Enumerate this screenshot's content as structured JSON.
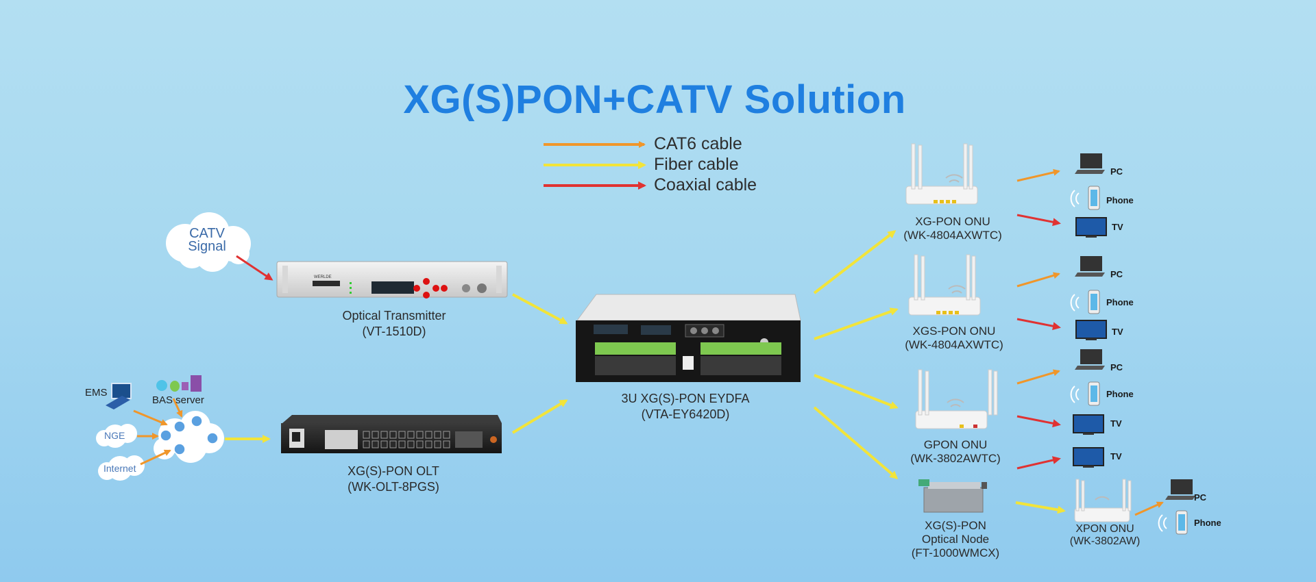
{
  "title": "XG(S)PON+CATV Solution",
  "legend": [
    {
      "label": "CAT6 cable",
      "color": "#f0962a"
    },
    {
      "label": "Fiber cable",
      "color": "#f2e43a"
    },
    {
      "label": "Coaxial cable",
      "color": "#e03232"
    }
  ],
  "colors": {
    "title": "#1f7fe0",
    "cat6": "#f0962a",
    "fiber": "#f2e43a",
    "coax": "#e03232"
  },
  "sources": {
    "catv": {
      "line1": "CATV",
      "line2": "Signal"
    },
    "ems": "EMS",
    "bas": "BAS server",
    "nge": "NGE",
    "internet": "Internet"
  },
  "devices": {
    "transmitter": {
      "name": "Optical Transmitter",
      "model": "(VT-1510D)",
      "brand": "WERLDE"
    },
    "olt": {
      "name": "XG(S)-PON OLT",
      "model": "(WK-OLT-8PGS)"
    },
    "edfa": {
      "name": "3U XG(S)-PON EYDFA",
      "model": "(VTA-EY6420D)"
    },
    "onu1": {
      "name": "XG-PON ONU",
      "model": "(WK-4804AXWTC)"
    },
    "onu2": {
      "name": "XGS-PON ONU",
      "model": "(WK-4804AXWTC)"
    },
    "onu3": {
      "name": "GPON ONU",
      "model": "(WK-3802AWTC)"
    },
    "node": {
      "name": "XG(S)-PON",
      "name2": "Optical Node",
      "model": "(FT-1000WMCX)"
    },
    "onu4": {
      "name": "XPON ONU",
      "model": "(WK-3802AW)"
    }
  },
  "endpoints": {
    "pc": "PC",
    "phone": "Phone",
    "tv": "TV"
  }
}
